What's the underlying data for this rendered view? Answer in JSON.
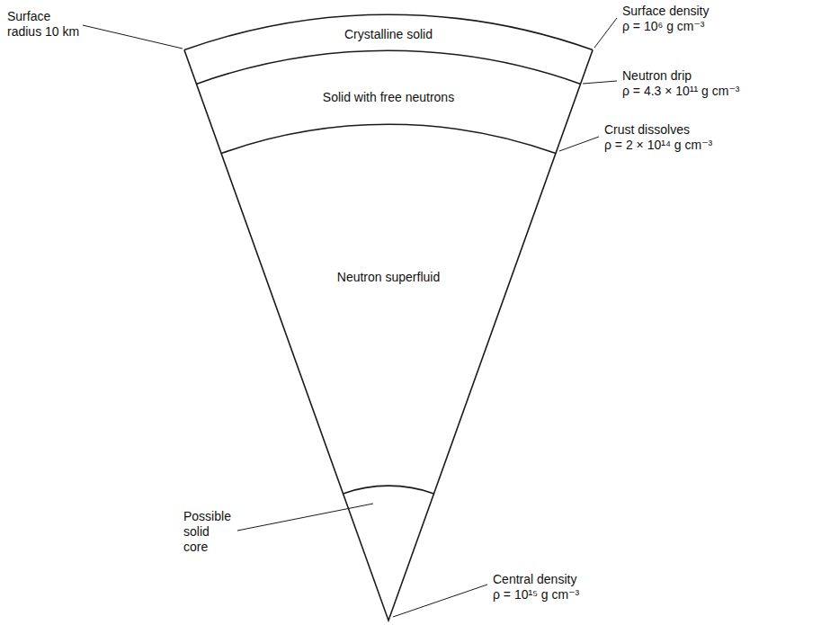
{
  "diagram": {
    "labels": [
      "Surface radius 10 km",
      "Crystalline solid",
      "Surface density",
      "ρ = 10⁶ g cm⁻³",
      "Solid with free neutrons",
      "Neutron drip",
      "ρ = 4.3 × 10¹¹ g cm⁻³",
      "Crust dissolves",
      "ρ = 2 × 10¹⁴ g cm⁻³",
      "Neutron superfluid",
      "Possible solid core",
      "Central density",
      "ρ = 10¹⁵ g cm⁻³"
    ]
  }
}
